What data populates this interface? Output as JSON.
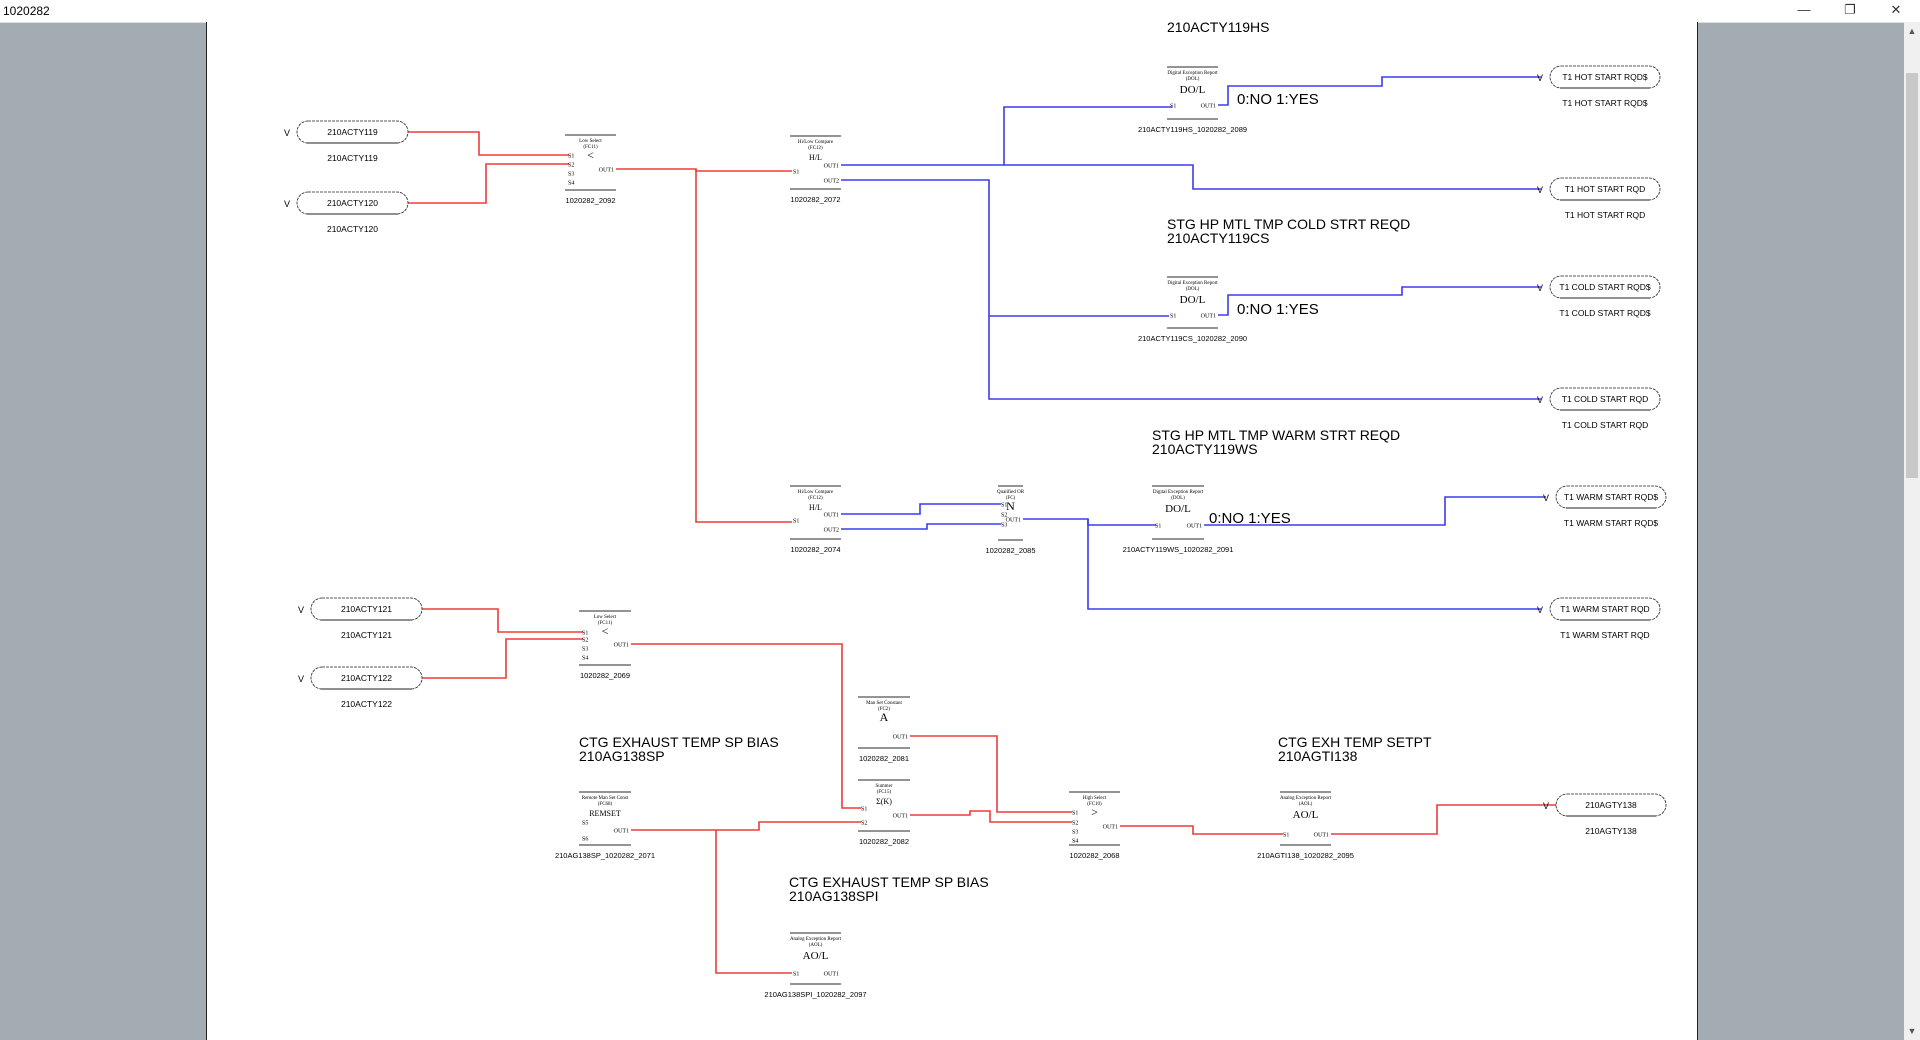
{
  "window": {
    "title": "1020282",
    "minimize": "—",
    "restore": "❐",
    "close": "✕",
    "scroll_up": "▲",
    "scroll_down": "▼"
  },
  "colors": {
    "analog_wire": "#ee3b3b",
    "digital_wire": "#3c3cf0",
    "background": "#a3abb3"
  },
  "titles": [
    {
      "id": "t1",
      "lines": [
        "210ACTY119HS"
      ]
    },
    {
      "id": "t2",
      "lines": [
        "STG HP MTL TMP COLD STRT REQD",
        "210ACTY119CS"
      ]
    },
    {
      "id": "t3",
      "lines": [
        "STG HP MTL TMP WARM STRT REQD",
        "210ACTY119WS"
      ]
    },
    {
      "id": "t4",
      "lines": [
        "CTG EXHAUST TEMP SP BIAS",
        "210AG138SP"
      ]
    },
    {
      "id": "t5",
      "lines": [
        "CTG EXH TEMP SETPT",
        "210AGTI138"
      ]
    },
    {
      "id": "t6",
      "lines": [
        "CTG EXHAUST TEMP SP BIAS",
        "210AG138SPI"
      ]
    }
  ],
  "state_texts": [
    {
      "id": "s1",
      "text": "0:NO 1:YES"
    },
    {
      "id": "s2",
      "text": "0:NO 1:YES"
    },
    {
      "id": "s3",
      "text": "0:NO 1:YES"
    }
  ],
  "inputs": [
    {
      "id": "i1",
      "tag": "210ACTY119",
      "label": "210ACTY119",
      "marker": "V"
    },
    {
      "id": "i2",
      "tag": "210ACTY120",
      "label": "210ACTY120",
      "marker": "V"
    },
    {
      "id": "i3",
      "tag": "210ACTY121",
      "label": "210ACTY121",
      "marker": "V"
    },
    {
      "id": "i4",
      "tag": "210ACTY122",
      "label": "210ACTY122",
      "marker": "V"
    }
  ],
  "outputs": [
    {
      "id": "o1",
      "tag": "T1 HOT START RQD$",
      "label": "T1 HOT START RQD$",
      "marker": "V"
    },
    {
      "id": "o2",
      "tag": "T1 HOT START RQD",
      "label": "T1 HOT START RQD",
      "marker": "V"
    },
    {
      "id": "o3",
      "tag": "T1 COLD START RQD$",
      "label": "T1 COLD START RQD$",
      "marker": "V"
    },
    {
      "id": "o4",
      "tag": "T1 COLD START RQD",
      "label": "T1 COLD START RQD",
      "marker": "V"
    },
    {
      "id": "o5",
      "tag": "T1 WARM START RQD$",
      "label": "T1 WARM START RQD$",
      "marker": "V"
    },
    {
      "id": "o6",
      "tag": "T1 WARM START RQD",
      "label": "T1 WARM START RQD",
      "marker": "V"
    },
    {
      "id": "o7",
      "tag": "210AGTY138",
      "label": "210AGTY138",
      "marker": "V"
    }
  ],
  "blocks": [
    {
      "id": "b2092",
      "name": "1020282_2092",
      "type": "Low Select",
      "code": "(FC11)",
      "symbol": "<",
      "ins": [
        "S1",
        "S2",
        "S3",
        "S4"
      ],
      "outs": [
        "OUT1"
      ]
    },
    {
      "id": "b2072",
      "name": "1020282_2072",
      "type": "Hi/Low Compare",
      "code": "(FC12)",
      "symbol": "H/L",
      "ins": [
        "S1"
      ],
      "outs": [
        "OUT1",
        "OUT2"
      ]
    },
    {
      "id": "b2089",
      "name": "210ACTY119HS_1020282_2089",
      "type": "Digital Exception Report",
      "code": "(DOL)",
      "symbol": "DO/L",
      "ins": [
        "S1"
      ],
      "outs": [
        "OUT1"
      ]
    },
    {
      "id": "b2090",
      "name": "210ACTY119CS_1020282_2090",
      "type": "Digital Exception Report",
      "code": "(DOL)",
      "symbol": "DO/L",
      "ins": [
        "S1"
      ],
      "outs": [
        "OUT1"
      ]
    },
    {
      "id": "b2074",
      "name": "1020282_2074",
      "type": "Hi/Low Compare",
      "code": "(FC12)",
      "symbol": "H/L",
      "ins": [
        "S1"
      ],
      "outs": [
        "OUT1",
        "OUT2"
      ]
    },
    {
      "id": "b2085",
      "name": "1020282_2085",
      "type": "Qualified OR",
      "code": "(FC)",
      "symbol": "N",
      "ins": [
        "S1",
        "S2",
        "S3"
      ],
      "outs": [
        "OUT1"
      ]
    },
    {
      "id": "b2091",
      "name": "210ACTY119WS_1020282_2091",
      "type": "Digital Exception Report",
      "code": "(DOL)",
      "symbol": "DO/L",
      "ins": [
        "S1"
      ],
      "outs": [
        "OUT1"
      ]
    },
    {
      "id": "b2069",
      "name": "1020282_2069",
      "type": "Low Select",
      "code": "(FC11)",
      "symbol": "<",
      "ins": [
        "S1",
        "S2",
        "S3",
        "S4"
      ],
      "outs": [
        "OUT1"
      ]
    },
    {
      "id": "b2081",
      "name": "1020282_2081",
      "type": "Man Set Constant",
      "code": "(FC2)",
      "symbol": "A",
      "ins": [],
      "outs": [
        "OUT1"
      ]
    },
    {
      "id": "b2082",
      "name": "1020282_2082",
      "type": "Summer",
      "code": "(FC15)",
      "symbol": "Σ(K)",
      "ins": [
        "S1",
        "S2"
      ],
      "outs": [
        "OUT1"
      ]
    },
    {
      "id": "b2071",
      "name": "210AG138SP_1020282_2071",
      "type": "Remote Man Set Const",
      "code": "(FC68)",
      "symbol": "REMSET",
      "ins": [
        "S5",
        "S6"
      ],
      "outs": [
        "OUT1"
      ]
    },
    {
      "id": "b2068",
      "name": "1020282_2068",
      "type": "High Select",
      "code": "(FC10)",
      "symbol": ">",
      "ins": [
        "S1",
        "S2",
        "S3",
        "S4"
      ],
      "outs": [
        "OUT1"
      ]
    },
    {
      "id": "b2095",
      "name": "210AGTI138_1020282_2095",
      "type": "Analog Exception Report",
      "code": "(AOL)",
      "symbol": "AO/L",
      "ins": [
        "S1"
      ],
      "outs": [
        "OUT1"
      ]
    },
    {
      "id": "b2097",
      "name": "210AG138SPI_1020282_2097",
      "type": "Analog Exception Report",
      "code": "(AOL)",
      "symbol": "AO/L",
      "ins": [
        "S1"
      ],
      "outs": [
        "OUT1"
      ]
    }
  ]
}
